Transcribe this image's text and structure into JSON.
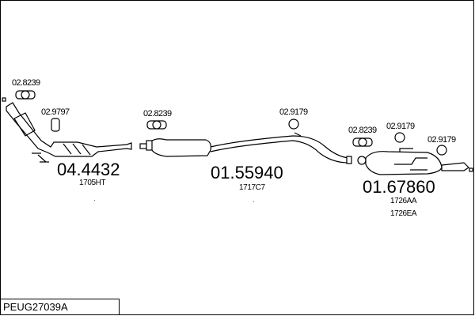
{
  "diagram_code": "PEUG27039A",
  "parts": [
    {
      "number": "04.4432",
      "refs": [
        "1705HT"
      ]
    },
    {
      "number": "01.55940",
      "refs": [
        "1717C7"
      ]
    },
    {
      "number": "01.67860",
      "refs": [
        "1726AA",
        "1726EA"
      ]
    }
  ],
  "accessories": [
    {
      "number": "02.8239"
    },
    {
      "number": "02.9797"
    },
    {
      "number": "02.8239"
    },
    {
      "number": "02.9179"
    },
    {
      "number": "02.8239"
    },
    {
      "number": "02.9179"
    },
    {
      "number": "02.9179"
    }
  ]
}
